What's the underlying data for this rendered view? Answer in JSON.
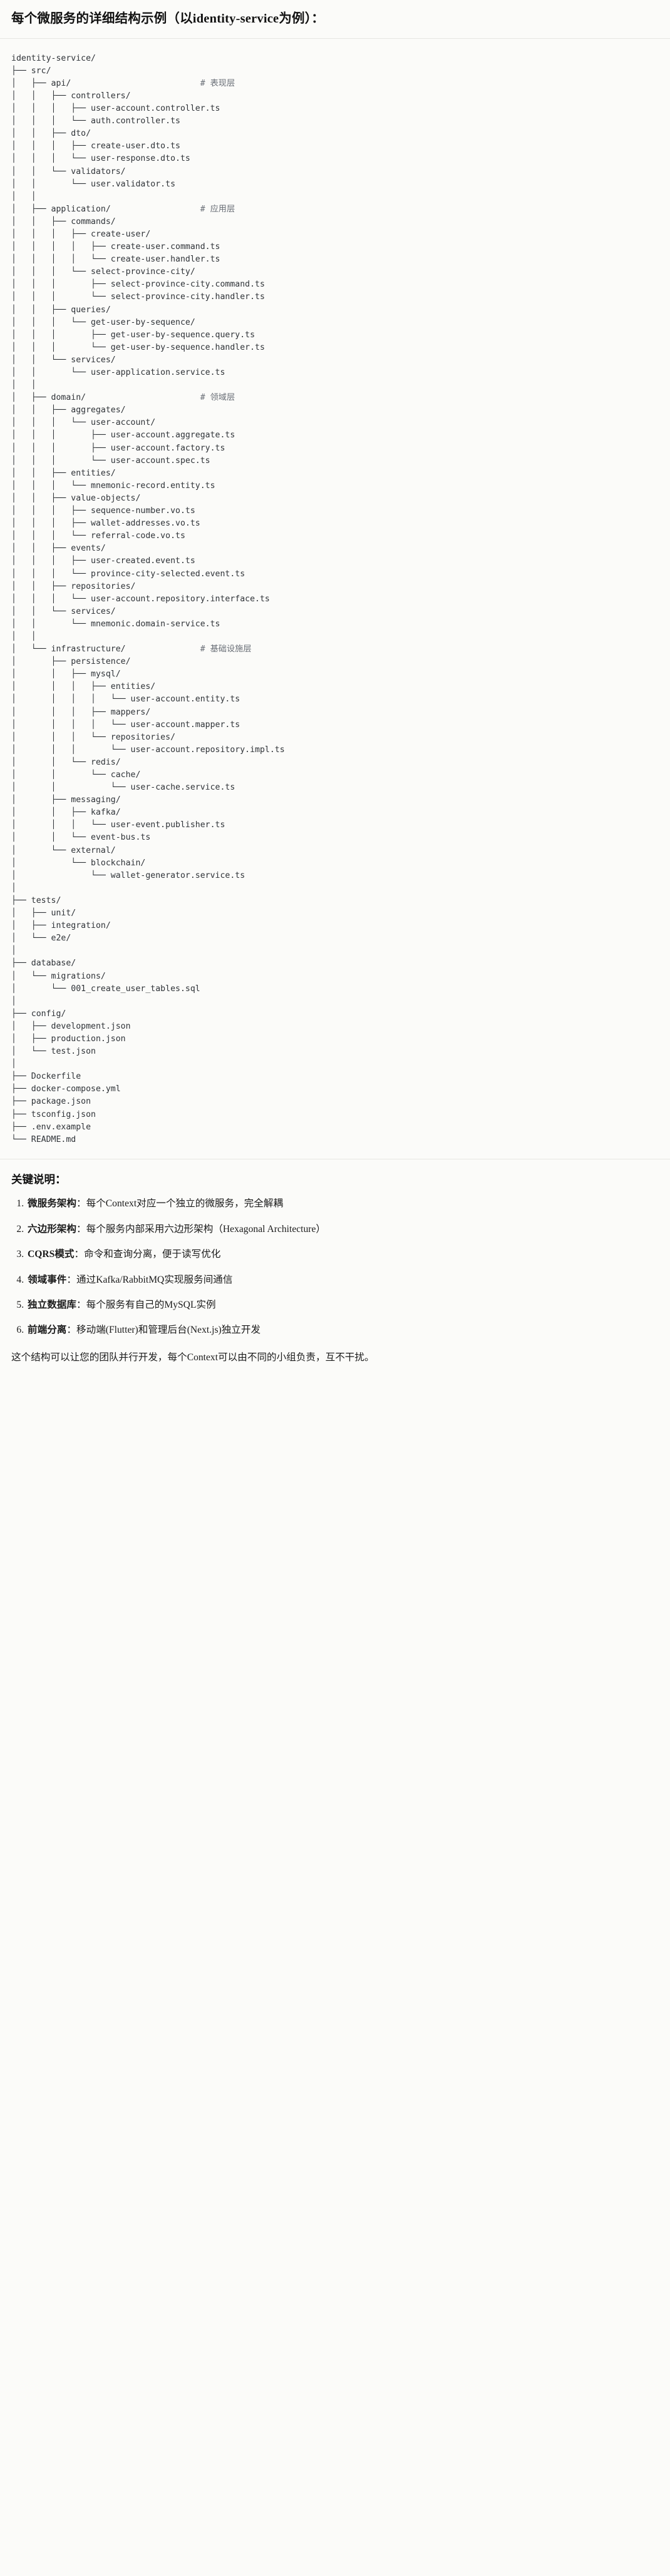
{
  "header": {
    "title": "每个微服务的详细结构示例（以identity-service为例）："
  },
  "tree": {
    "root": "identity-service/",
    "comments": {
      "api": "# 表现层",
      "application": "# 应用层",
      "domain": "# 领域层",
      "infrastructure": "# 基础设施层"
    },
    "text": "identity-service/\n├── src/\n│   ├── api/                          <cm># 表现层</cm>\n│   │   ├── controllers/\n│   │   │   ├── user-account.controller.ts\n│   │   │   └── auth.controller.ts\n│   │   ├── dto/\n│   │   │   ├── create-user.dto.ts\n│   │   │   └── user-response.dto.ts\n│   │   └── validators/\n│   │       └── user.validator.ts\n│   │\n│   ├── application/                  <cm># 应用层</cm>\n│   │   ├── commands/\n│   │   │   ├── create-user/\n│   │   │   │   ├── create-user.command.ts\n│   │   │   │   └── create-user.handler.ts\n│   │   │   └── select-province-city/\n│   │   │       ├── select-province-city.command.ts\n│   │   │       └── select-province-city.handler.ts\n│   │   ├── queries/\n│   │   │   └── get-user-by-sequence/\n│   │   │       ├── get-user-by-sequence.query.ts\n│   │   │       └── get-user-by-sequence.handler.ts\n│   │   └── services/\n│   │       └── user-application.service.ts\n│   │\n│   ├── domain/                       <cm># 领域层</cm>\n│   │   ├── aggregates/\n│   │   │   └── user-account/\n│   │   │       ├── user-account.aggregate.ts\n│   │   │       ├── user-account.factory.ts\n│   │   │       └── user-account.spec.ts\n│   │   ├── entities/\n│   │   │   └── mnemonic-record.entity.ts\n│   │   ├── value-objects/\n│   │   │   ├── sequence-number.vo.ts\n│   │   │   ├── wallet-addresses.vo.ts\n│   │   │   └── referral-code.vo.ts\n│   │   ├── events/\n│   │   │   ├── user-created.event.ts\n│   │   │   └── province-city-selected.event.ts\n│   │   ├── repositories/\n│   │   │   └── user-account.repository.interface.ts\n│   │   └── services/\n│   │       └── mnemonic.domain-service.ts\n│   │\n│   └── infrastructure/               <cm># 基础设施层</cm>\n│       ├── persistence/\n│       │   ├── mysql/\n│       │   │   ├── entities/\n│       │   │   │   └── user-account.entity.ts\n│       │   │   ├── mappers/\n│       │   │   │   └── user-account.mapper.ts\n│       │   │   └── repositories/\n│       │   │       └── user-account.repository.impl.ts\n│       │   └── redis/\n│       │       └── cache/\n│       │           └── user-cache.service.ts\n│       ├── messaging/\n│       │   ├── kafka/\n│       │   │   └── user-event.publisher.ts\n│       │   └── event-bus.ts\n│       └── external/\n│           └── blockchain/\n│               └── wallet-generator.service.ts\n│\n├── tests/\n│   ├── unit/\n│   ├── integration/\n│   └── e2e/\n│\n├── database/\n│   └── migrations/\n│       └── 001_create_user_tables.sql\n│\n├── config/\n│   ├── development.json\n│   ├── production.json\n│   └── test.json\n│\n├── Dockerfile\n├── docker-compose.yml\n├── package.json\n├── tsconfig.json\n├── .env.example\n└── README.md"
  },
  "notes": {
    "title": "关键说明：",
    "items": [
      {
        "term": "微服务架构",
        "sep": "：",
        "body": "每个Context对应一个独立的微服务，完全解耦"
      },
      {
        "term": "六边形架构",
        "sep": "：",
        "body": "每个服务内部采用六边形架构（Hexagonal Architecture）"
      },
      {
        "term": "CQRS模式",
        "sep": "：",
        "body": "命令和查询分离，便于读写优化"
      },
      {
        "term": "领域事件",
        "sep": "：",
        "body": "通过Kafka/RabbitMQ实现服务间通信"
      },
      {
        "term": "独立数据库",
        "sep": "：",
        "body": "每个服务有自己的MySQL实例"
      },
      {
        "term": "前端分离",
        "sep": "：",
        "body": "移动端(Flutter)和管理后台(Next.js)独立开发"
      }
    ],
    "closing": "这个结构可以让您的团队并行开发，每个Context可以由不同的小组负责，互不干扰。"
  }
}
